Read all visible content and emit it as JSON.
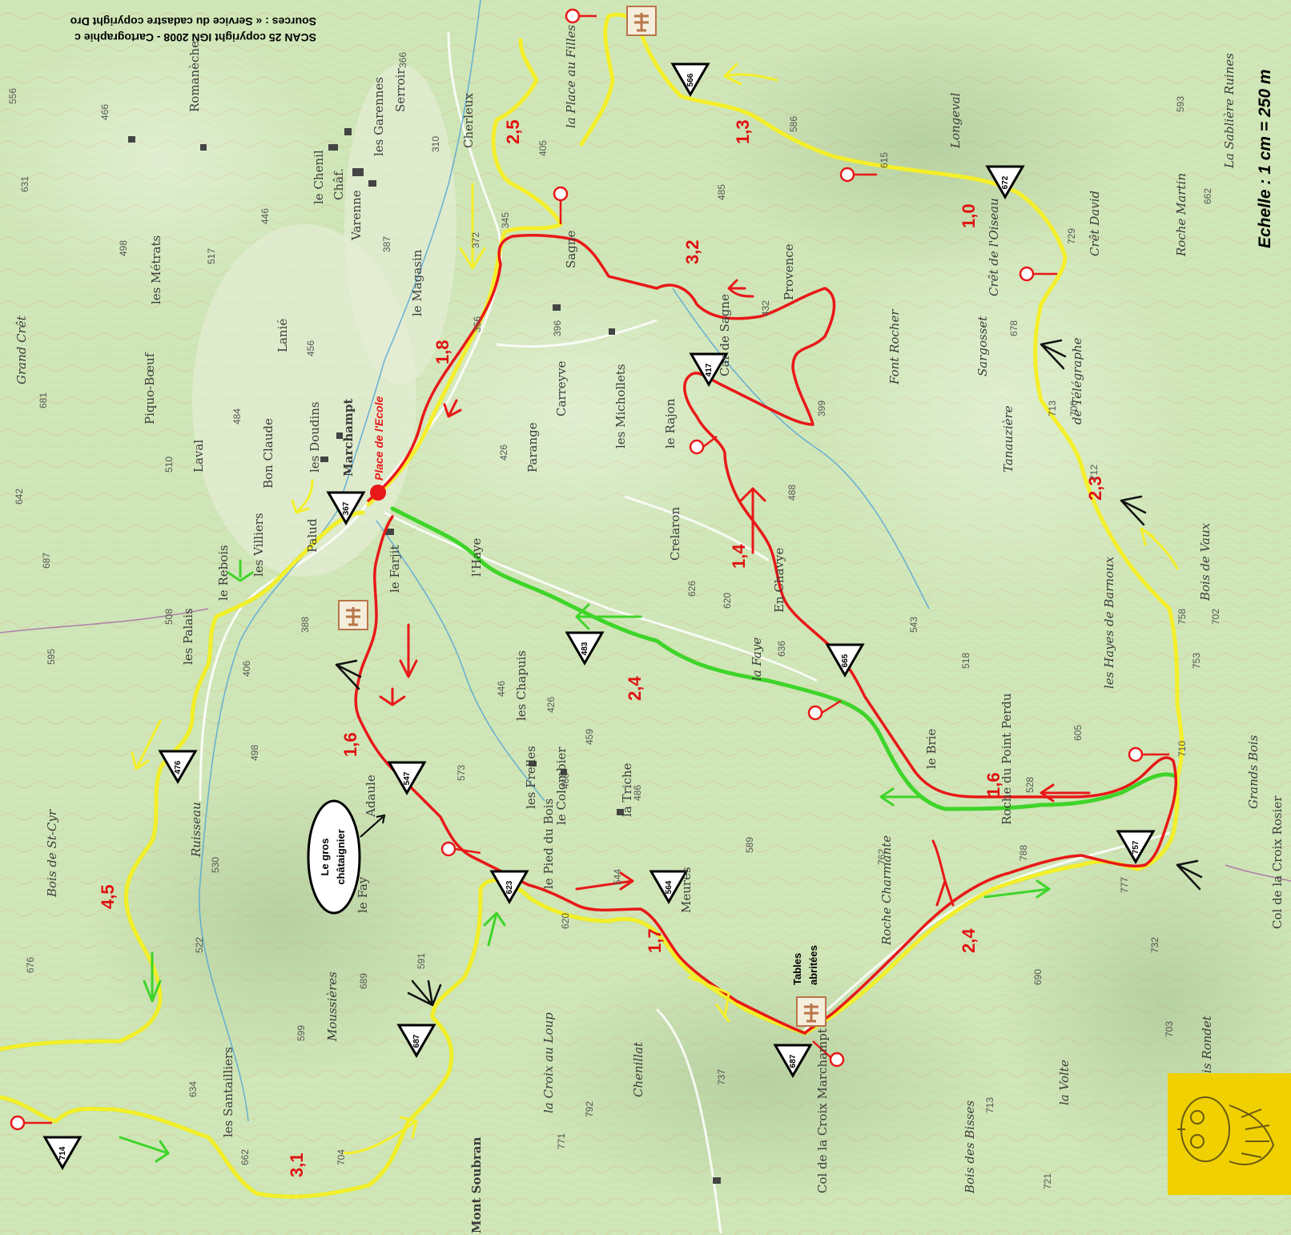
{
  "map": {
    "orientation": "rotated 180°",
    "sources_line1": "Sources : « Service du cadastre copyright Dro",
    "sources_line2": "SCAN 25 copyright IGN 2008 - Cartographie c",
    "scale": "Echelle : 1 cm = 250 m"
  },
  "start": {
    "label": "Place de l'Ecole"
  },
  "chestnut": {
    "line1": "Le gros",
    "line2": "châtaignier"
  },
  "shelter": {
    "line1": "Tables",
    "line2": "abritées"
  },
  "colors": {
    "red_route": "#e81818",
    "yellow_route": "#f4ef2a",
    "green_route": "#3fd42a",
    "terrain": "#cfe6b8",
    "logo_bg": "#f0d000"
  },
  "places": [
    "Marchampt",
    "Laval",
    "Bon Claude",
    "les Doudins",
    "Lanié",
    "le Magasin",
    "le Chenil",
    "Varenne",
    "Châf.",
    "les Garennes",
    "Romanèche",
    "Piquo-Bœuf",
    "Grand Crêt",
    "les Métrats",
    "Serroir",
    "Cherleux",
    "la Place au Filles",
    "Sagne",
    "Provence",
    "Car de Sagne",
    "les Michollets",
    "Carreyve",
    "Parange",
    "le Rajon",
    "Crelaron",
    "En Chavye",
    "Font Rocher",
    "Sargosset",
    "Crêt de l'Oiseau",
    "Longeval",
    "Crêt David",
    "Roche Martin",
    "La Sablière Ruines",
    "de Télégraphe",
    "Tanauzière",
    "les Hayes de Barnoux",
    "Bois de Vaux",
    "Grands Bois",
    "Col de la Croix Rosier",
    "le Brie",
    "Roche du Point Perdu",
    "Roche Charmante",
    "la Volte",
    "Bois des Bisses",
    "Col de la Croix Marchampt",
    "Bois Rondet",
    "Chenillat",
    "la Croix au Loup",
    "Mont Soubran",
    "Moussières",
    "les Santailliers",
    "Bois de St-Cyr",
    "Adaule",
    "le Fay",
    "le Farjit",
    "l'Haye",
    "les Chapuis",
    "les Frelles",
    "le Colombier",
    "la Triche",
    "le Pied du Bois",
    "Meures",
    "les Palais",
    "le Rebois",
    "les Villiers",
    "Palud",
    "la Faye",
    "Ruisseau"
  ],
  "altitudes": [
    "367",
    "547",
    "566",
    "672",
    "417",
    "665",
    "483",
    "476",
    "623",
    "564",
    "687",
    "687",
    "757",
    "714"
  ],
  "altitude_labels": [
    "556",
    "466",
    "631",
    "498",
    "681",
    "517",
    "446",
    "456",
    "484",
    "510",
    "642",
    "687",
    "595",
    "508",
    "406",
    "388",
    "498",
    "530",
    "522",
    "676",
    "634",
    "662",
    "704",
    "599",
    "689",
    "591",
    "573",
    "446",
    "426",
    "459",
    "468",
    "486",
    "544",
    "620",
    "792",
    "771",
    "737",
    "589",
    "762",
    "690",
    "713",
    "721",
    "732",
    "703",
    "777",
    "788",
    "528",
    "543",
    "518",
    "605",
    "710",
    "753",
    "758",
    "702",
    "712",
    "700",
    "713",
    "678",
    "729",
    "662",
    "593",
    "586",
    "615",
    "485",
    "432",
    "399",
    "488",
    "626",
    "620",
    "636",
    "396",
    "366",
    "345",
    "387",
    "426",
    "405",
    "366",
    "310",
    "372"
  ],
  "distances": [
    {
      "value": "2,5"
    },
    {
      "value": "1,3"
    },
    {
      "value": "1,0"
    },
    {
      "value": "3,2"
    },
    {
      "value": "1,8"
    },
    {
      "value": "2,3"
    },
    {
      "value": "1,4"
    },
    {
      "value": "2,4"
    },
    {
      "value": "1,6"
    },
    {
      "value": "1,6"
    },
    {
      "value": "4,5"
    },
    {
      "value": "1,7"
    },
    {
      "value": "2,4"
    },
    {
      "value": "3,1"
    }
  ],
  "icons": {
    "start": "red-dot-icon",
    "viewpoint": "viewpoint-flag-icon",
    "summit": "summit-triangle-icon",
    "picnic": "picnic-table-icon",
    "crossroad": "crossroad-arrow-icon",
    "logo": "owl-logo-icon"
  }
}
